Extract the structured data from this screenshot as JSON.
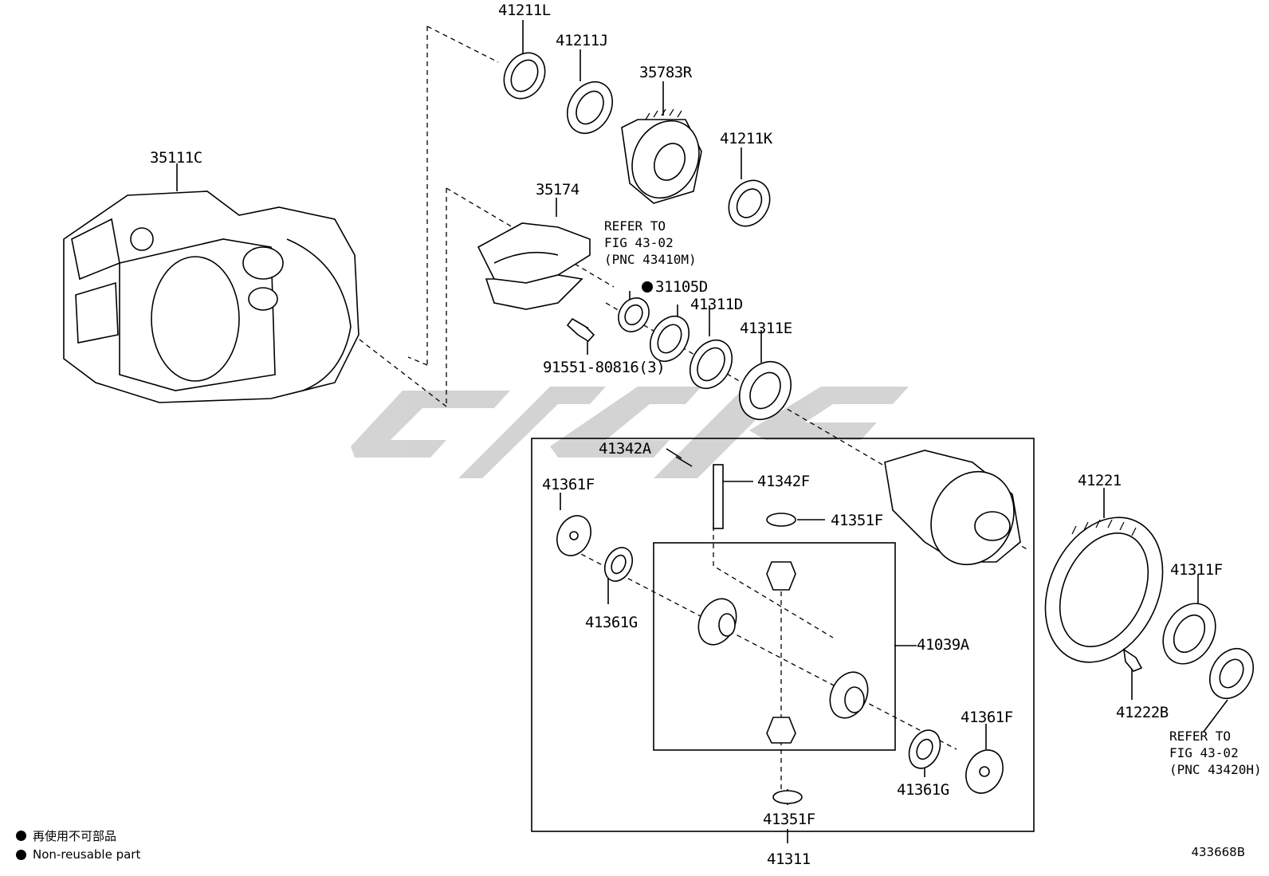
{
  "labels": {
    "p41211L": "41211L",
    "p41211J": "41211J",
    "p35783R": "35783R",
    "p41211K": "41211K",
    "p35111C": "35111C",
    "p35174": "35174",
    "p31105D": "31105D",
    "p41311D": "41311D",
    "p41311E": "41311E",
    "p91551": "91551-80816(3)",
    "p41342A": "41342A",
    "p41342F": "41342F",
    "p41361F_a": "41361F",
    "p41351F_a": "41351F",
    "p41361G_a": "41361G",
    "p41039A": "41039A",
    "p41361F_b": "41361F",
    "p41361G_b": "41361G",
    "p41351F_b": "41351F",
    "p41311": "41311",
    "p41221": "41221",
    "p41311F": "41311F",
    "p41222B": "41222B"
  },
  "refer_notes": {
    "upper": "REFER TO\nFIG 43-02\n(PNC 43410M)",
    "lower": "REFER TO\nFIG 43-02\n(PNC 43420H)"
  },
  "legend": {
    "jp": "再使用不可部品",
    "en": "Non-reusable part"
  },
  "illustration_number": "433668B",
  "colors": {
    "line": "#000000",
    "watermark": "#c8c8c8",
    "background": "#ffffff"
  }
}
